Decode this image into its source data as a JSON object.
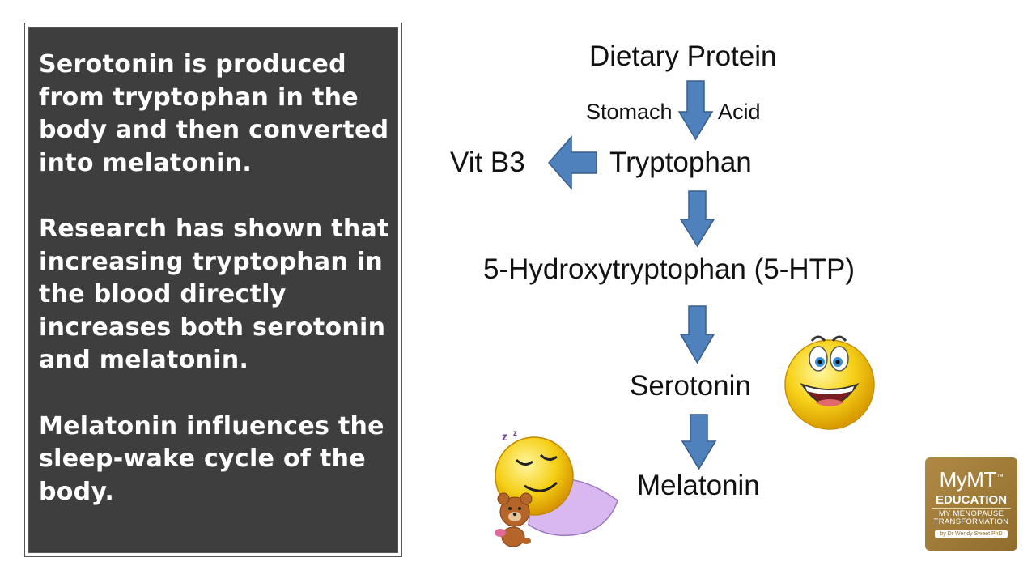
{
  "panel": {
    "paragraphs": [
      "Serotonin is produced from tryptophan in the body and then converted into melatonin.",
      "Research has shown that increasing tryptophan in the blood directly increases both serotonin and melatonin.",
      "Melatonin influences the sleep-wake cycle of the body."
    ],
    "background": "#3e3e3e",
    "text_color": "#ffffff"
  },
  "diagram": {
    "nodes": {
      "dietary_protein": "Dietary Protein",
      "stomach": "Stomach",
      "acid": "Acid",
      "tryptophan": "Tryptophan",
      "vit_b3": "Vit B3",
      "five_htp": "5-Hydroxytryptophan (5-HTP)",
      "serotonin": "Serotonin",
      "melatonin": "Melatonin"
    },
    "arrow_color": "#4f81bd",
    "icons": [
      "smiley-face-icon",
      "sleeping-smiley-icon"
    ]
  },
  "logo": {
    "line1": "MyMT",
    "trademark": "™",
    "line2": "EDUCATION",
    "line3": "MY MENOPAUSE",
    "line4": "TRANSFORMATION",
    "line5": "by Dr Wendy Sweet PhD",
    "color": "#a07d38"
  }
}
